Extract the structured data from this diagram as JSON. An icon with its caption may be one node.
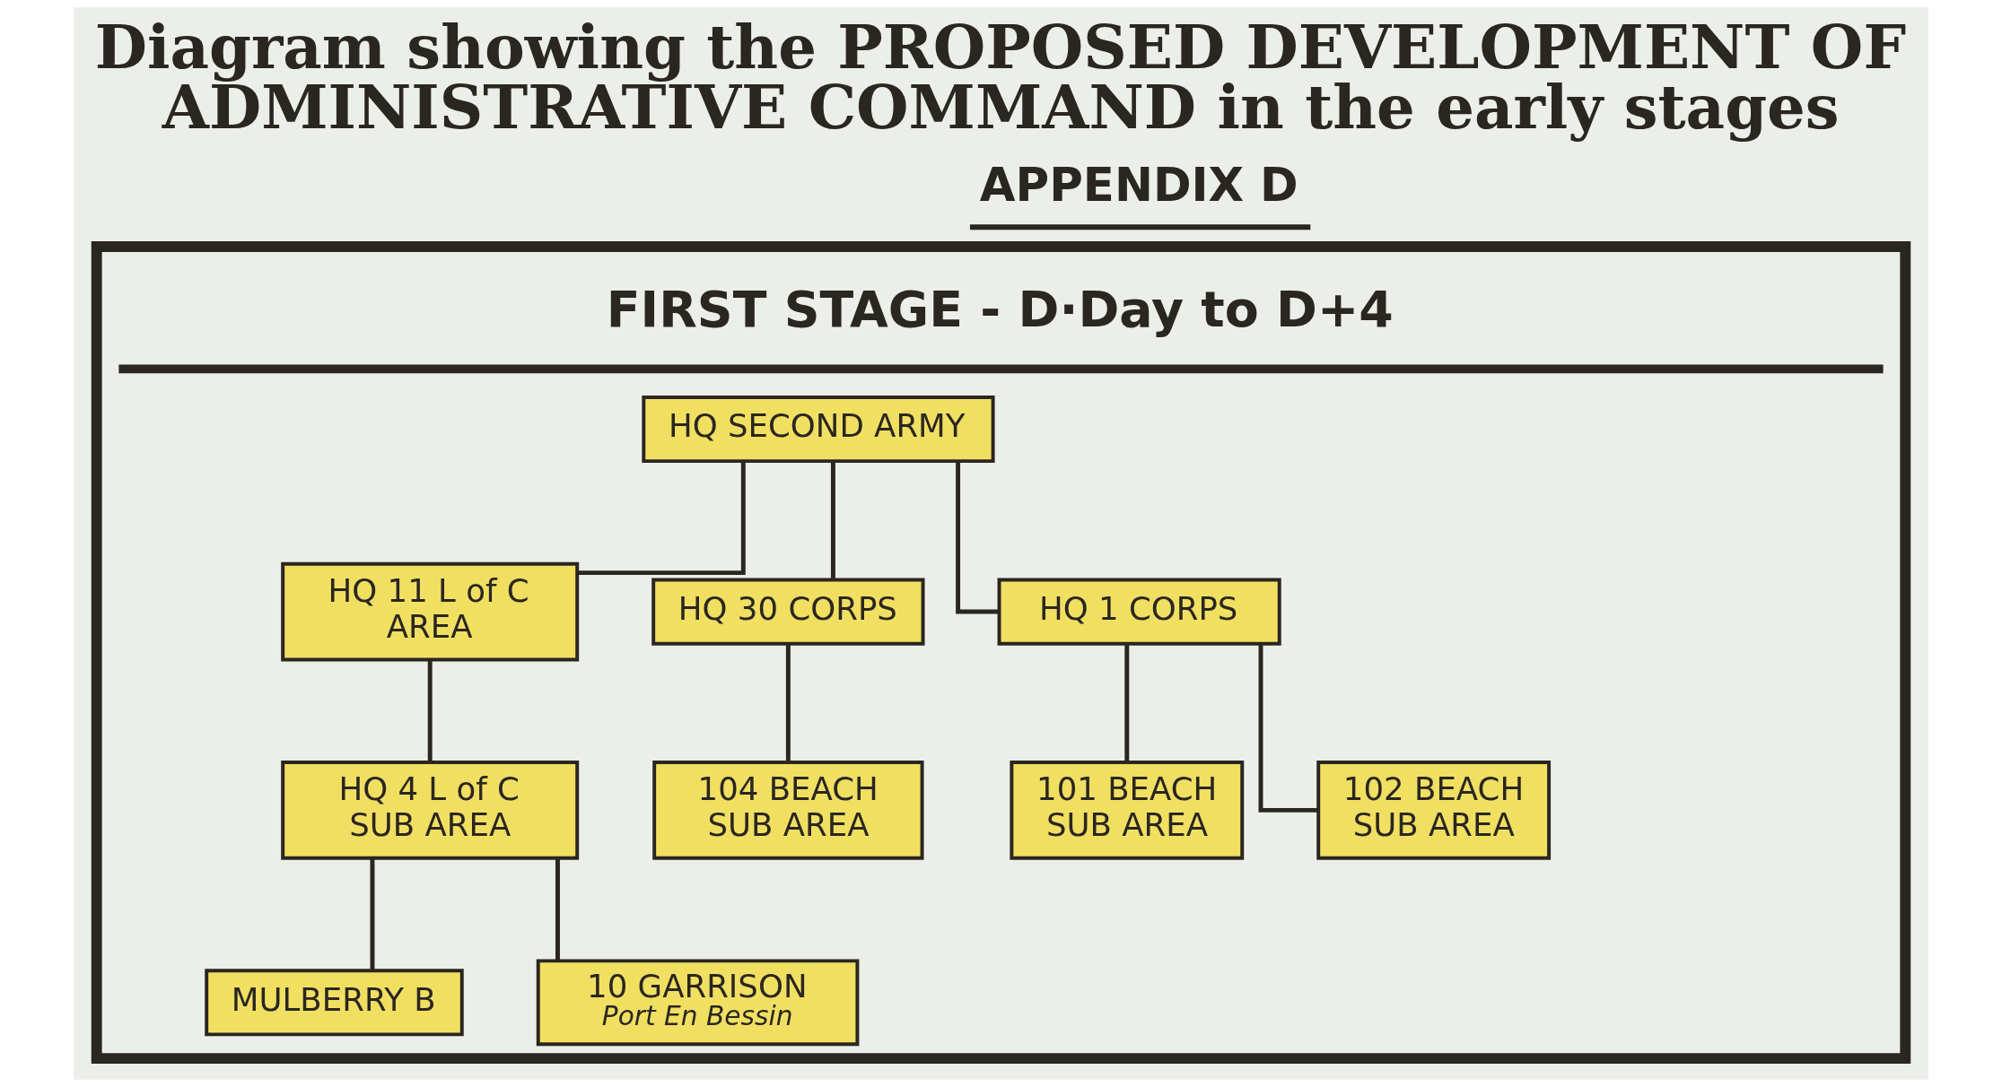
{
  "diagram": {
    "title": "Diagram showing the PROPOSED DEVELOPMENT OF ADMINISTRATIVE COMMAND in the early stages",
    "nodes": [
      {
        "text": [
          "FIRST STAGE - D·Day to D+4"
        ]
      },
      {
        "text": [
          "HQ SECOND ARMY"
        ],
        "in": 0
      },
      {
        "text": [
          "HQ 11 L of C AREA"
        ],
        "in": 0
      },
      {
        "text": [
          "HQ 30 CORPS"
        ],
        "in": 0
      },
      {
        "text": [
          "HQ 1 CORPS"
        ],
        "in": 0
      },
      {
        "text": [
          "HQ 4 L of C SUB AREA"
        ],
        "in": 0
      },
      {
        "text": [
          "104 BEACH SUB AREA"
        ],
        "in": 0
      },
      {
        "text": [
          "101 BEACH SUB AREA"
        ],
        "in": 0
      },
      {
        "text": [
          "102 BEACH SUB AREA"
        ],
        "in": 0
      },
      {
        "text": [
          "MULBERRY B"
        ],
        "in": 0
      },
      {
        "text": [
          "10 GARRISON",
          "Port En Bessin"
        ],
        "in": 0
      }
    ],
    "edges": [
      {
        "from": 1,
        "to": 2,
        "arrow": "none"
      },
      {
        "from": 1,
        "to": 3,
        "arrow": "none"
      },
      {
        "from": 1,
        "to": 4,
        "arrow": "none"
      },
      {
        "from": 2,
        "to": 5,
        "arrow": "none"
      },
      {
        "from": 3,
        "to": 6,
        "arrow": "none"
      },
      {
        "from": 4,
        "to": 7,
        "arrow": "none"
      },
      {
        "from": 4,
        "to": 8,
        "arrow": "none"
      },
      {
        "from": 5,
        "to": 9,
        "arrow": "none"
      },
      {
        "from": 5,
        "to": 10,
        "arrow": "none"
      }
    ],
    "labels": [
      "APPENDIX D"
    ]
  }
}
